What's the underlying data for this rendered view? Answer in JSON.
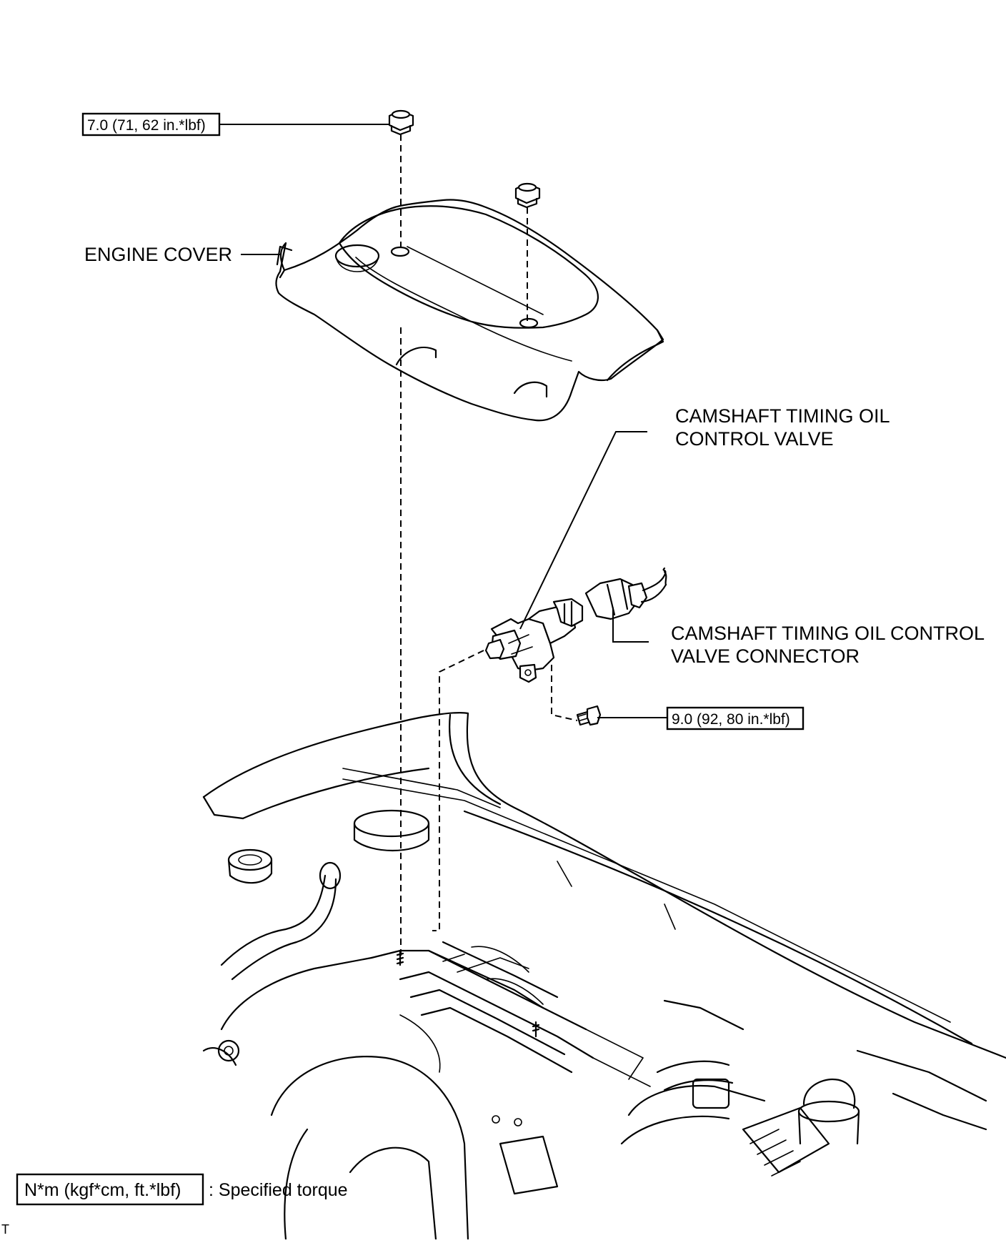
{
  "labels": {
    "engine_cover": "ENGINE COVER",
    "valve_line1": "CAMSHAFT TIMING OIL",
    "valve_line2": "CONTROL VALVE",
    "connector_line1": "CAMSHAFT TIMING OIL CONTROL",
    "connector_line2": "VALVE CONNECTOR"
  },
  "torque": {
    "nut": "7.0 (71, 62 in.*lbf)",
    "bolt": "9.0 (92, 80 in.*lbf)"
  },
  "legend": {
    "unit": "N*m (kgf*cm, ft.*lbf)",
    "text": ": Specified torque"
  },
  "corner_mark": "T"
}
